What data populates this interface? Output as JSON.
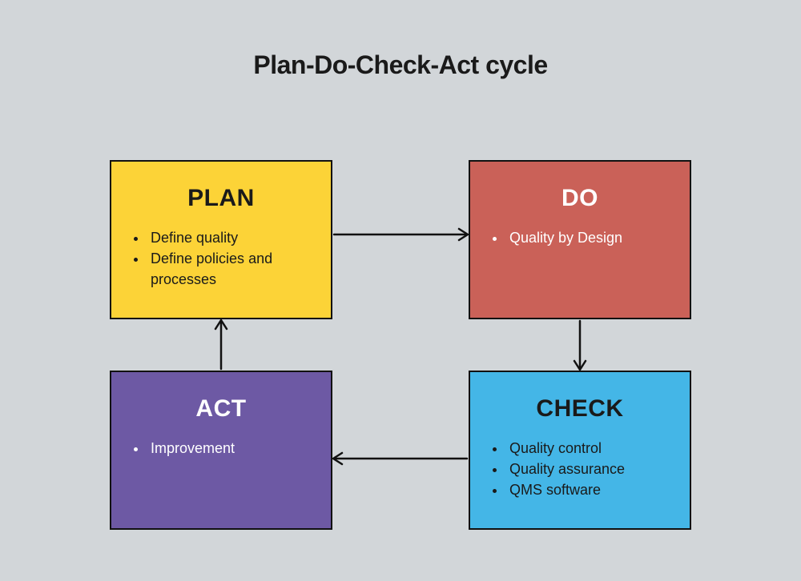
{
  "title": "Plan-Do-Check-Act cycle",
  "colors": {
    "background": "#D2D6D9",
    "border": "#111111",
    "arrow": "#111111",
    "title_text": "#1A1A1A"
  },
  "boxes": {
    "plan": {
      "label": "PLAN",
      "fill": "#FCD337",
      "text": "#1A1A1A",
      "bullets": [
        "Define quality",
        "Define policies and processes"
      ]
    },
    "do": {
      "label": "DO",
      "fill": "#CA6158",
      "text": "#FFFFFF",
      "bullets": [
        "Quality by Design"
      ]
    },
    "check": {
      "label": "CHECK",
      "fill": "#44B6E7",
      "text": "#1A1A1A",
      "bullets": [
        "Quality control",
        "Quality assurance",
        "QMS software"
      ]
    },
    "act": {
      "label": "ACT",
      "fill": "#6D59A4",
      "text": "#FFFFFF",
      "bullets": [
        "Improvement"
      ]
    }
  },
  "arrows": [
    {
      "name": "plan-to-do",
      "from": "PLAN",
      "to": "DO",
      "direction": "right"
    },
    {
      "name": "do-to-check",
      "from": "DO",
      "to": "CHECK",
      "direction": "down"
    },
    {
      "name": "check-to-act",
      "from": "CHECK",
      "to": "ACT",
      "direction": "left"
    },
    {
      "name": "act-to-plan",
      "from": "ACT",
      "to": "PLAN",
      "direction": "up"
    }
  ]
}
